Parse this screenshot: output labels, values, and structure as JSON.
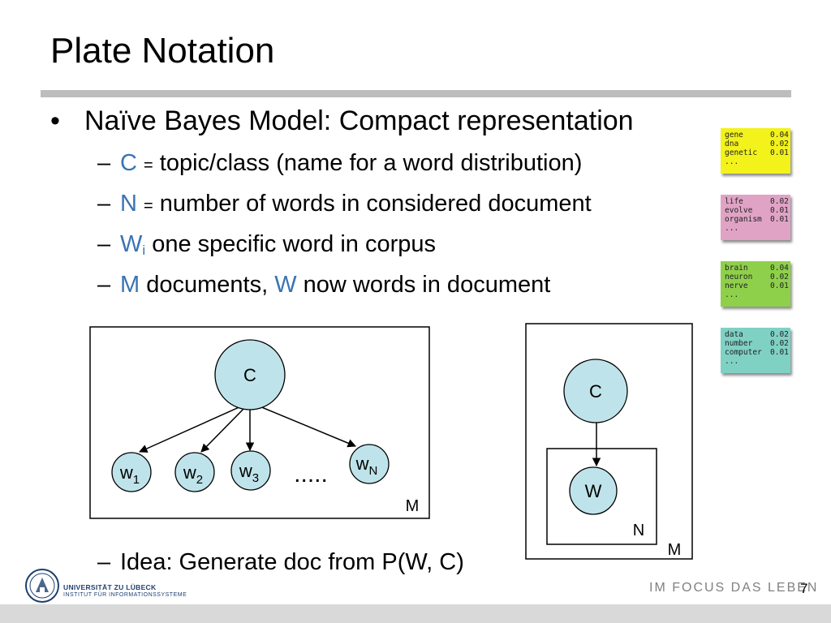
{
  "slide": {
    "title": "Plate Notation",
    "bullet": "Naïve Bayes Model: Compact representation",
    "subs": [
      {
        "var": "C",
        "eq": "=",
        "text": " topic/class (name for a word distribution)"
      },
      {
        "var": "N",
        "eq": "=",
        "text": " number of words in considered document"
      },
      {
        "var": "W",
        "sub": "i",
        "text": " one specific word in corpus"
      },
      {
        "var": "M",
        "text": " documents, ",
        "var2": "W",
        "text2": " now words in document"
      }
    ],
    "idea": "Idea: Generate doc from P(W, C)"
  },
  "cards": [
    {
      "rows": [
        [
          "gene",
          "0.04"
        ],
        [
          "dna",
          "0.02"
        ],
        [
          "genetic",
          "0.01"
        ],
        [
          "...",
          ""
        ]
      ],
      "color": "#f3f21b"
    },
    {
      "rows": [
        [
          "life",
          "0.02"
        ],
        [
          "evolve",
          "0.01"
        ],
        [
          "organism",
          "0.01"
        ],
        [
          "...",
          ""
        ]
      ],
      "color": "#e0a3c6"
    },
    {
      "rows": [
        [
          "brain",
          "0.04"
        ],
        [
          "neuron",
          "0.02"
        ],
        [
          "nerve",
          "0.01"
        ],
        [
          "...",
          ""
        ]
      ],
      "color": "#8fd04b"
    },
    {
      "rows": [
        [
          "data",
          "0.02"
        ],
        [
          "number",
          "0.02"
        ],
        [
          "computer",
          "0.01"
        ],
        [
          "...",
          ""
        ]
      ],
      "color": "#7fd1c4"
    }
  ],
  "left_diagram": {
    "root": "C",
    "leaves": [
      {
        "base": "w",
        "sub": "1"
      },
      {
        "base": "w",
        "sub": "2"
      },
      {
        "base": "w",
        "sub": "3"
      },
      {
        "base": "w",
        "sub": "N"
      }
    ],
    "ellipsis": ".....",
    "plate": "M"
  },
  "right_diagram": {
    "root": "C",
    "child": "W",
    "inner_plate": "N",
    "outer_plate": "M"
  },
  "footer": {
    "university": "UNIVERSITÄT ZU LÜBECK",
    "institute": "INSTITUT FÜR INFORMATIONSSYSTEME",
    "slogan": "IM FOCUS DAS LEBEN",
    "page": "7"
  },
  "colors": {
    "node_fill": "#bfe3ea",
    "accent": "#3a73b3",
    "rule": "#bdbdbd"
  }
}
